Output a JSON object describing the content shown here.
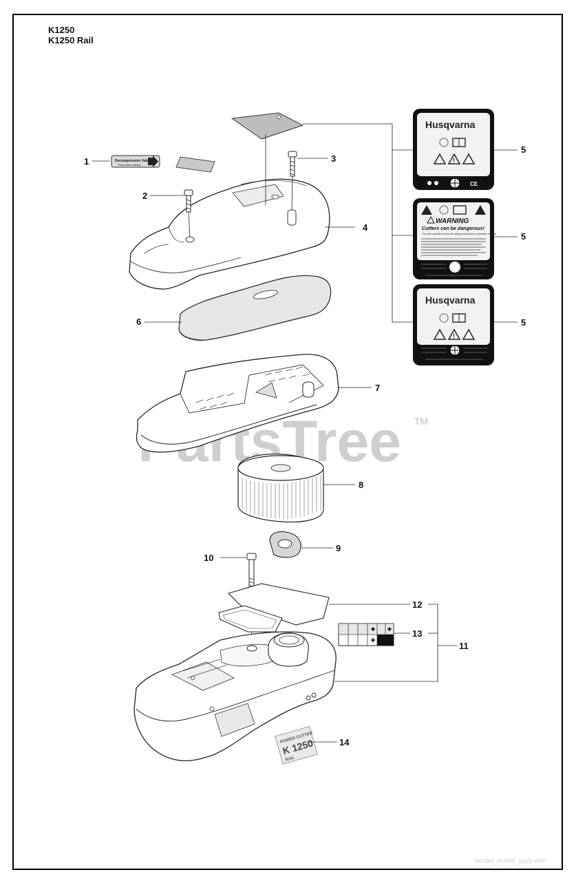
{
  "header": {
    "model_line_1": "K1250",
    "model_line_2": "K1250 Rail"
  },
  "watermark": {
    "text": "PartsTree",
    "trademark": "TM"
  },
  "footer": {
    "code": "model_enhet_yyyy-mm"
  },
  "labels": {
    "decompression_title": "Decompression Valve",
    "decompression_sub": "Press before starting",
    "brand": "Husqvarna",
    "warning_title": "WARNING",
    "warning_subtitle": "Cutters can be dangerous!",
    "warning_intro": "For safe operation follow all safety precautions in operators manual.",
    "model_badge_line1": "POWER CUTTER",
    "model_badge_line2": "K 1250",
    "model_badge_line3": "RAIL"
  },
  "callouts": {
    "c1": "1",
    "c2": "2",
    "c3": "3",
    "c4": "4",
    "c5a": "5",
    "c5b": "5",
    "c5c": "5",
    "c6": "6",
    "c7": "7",
    "c8": "8",
    "c9": "9",
    "c10": "10",
    "c11": "11",
    "c12": "12",
    "c13": "13",
    "c14": "14"
  }
}
